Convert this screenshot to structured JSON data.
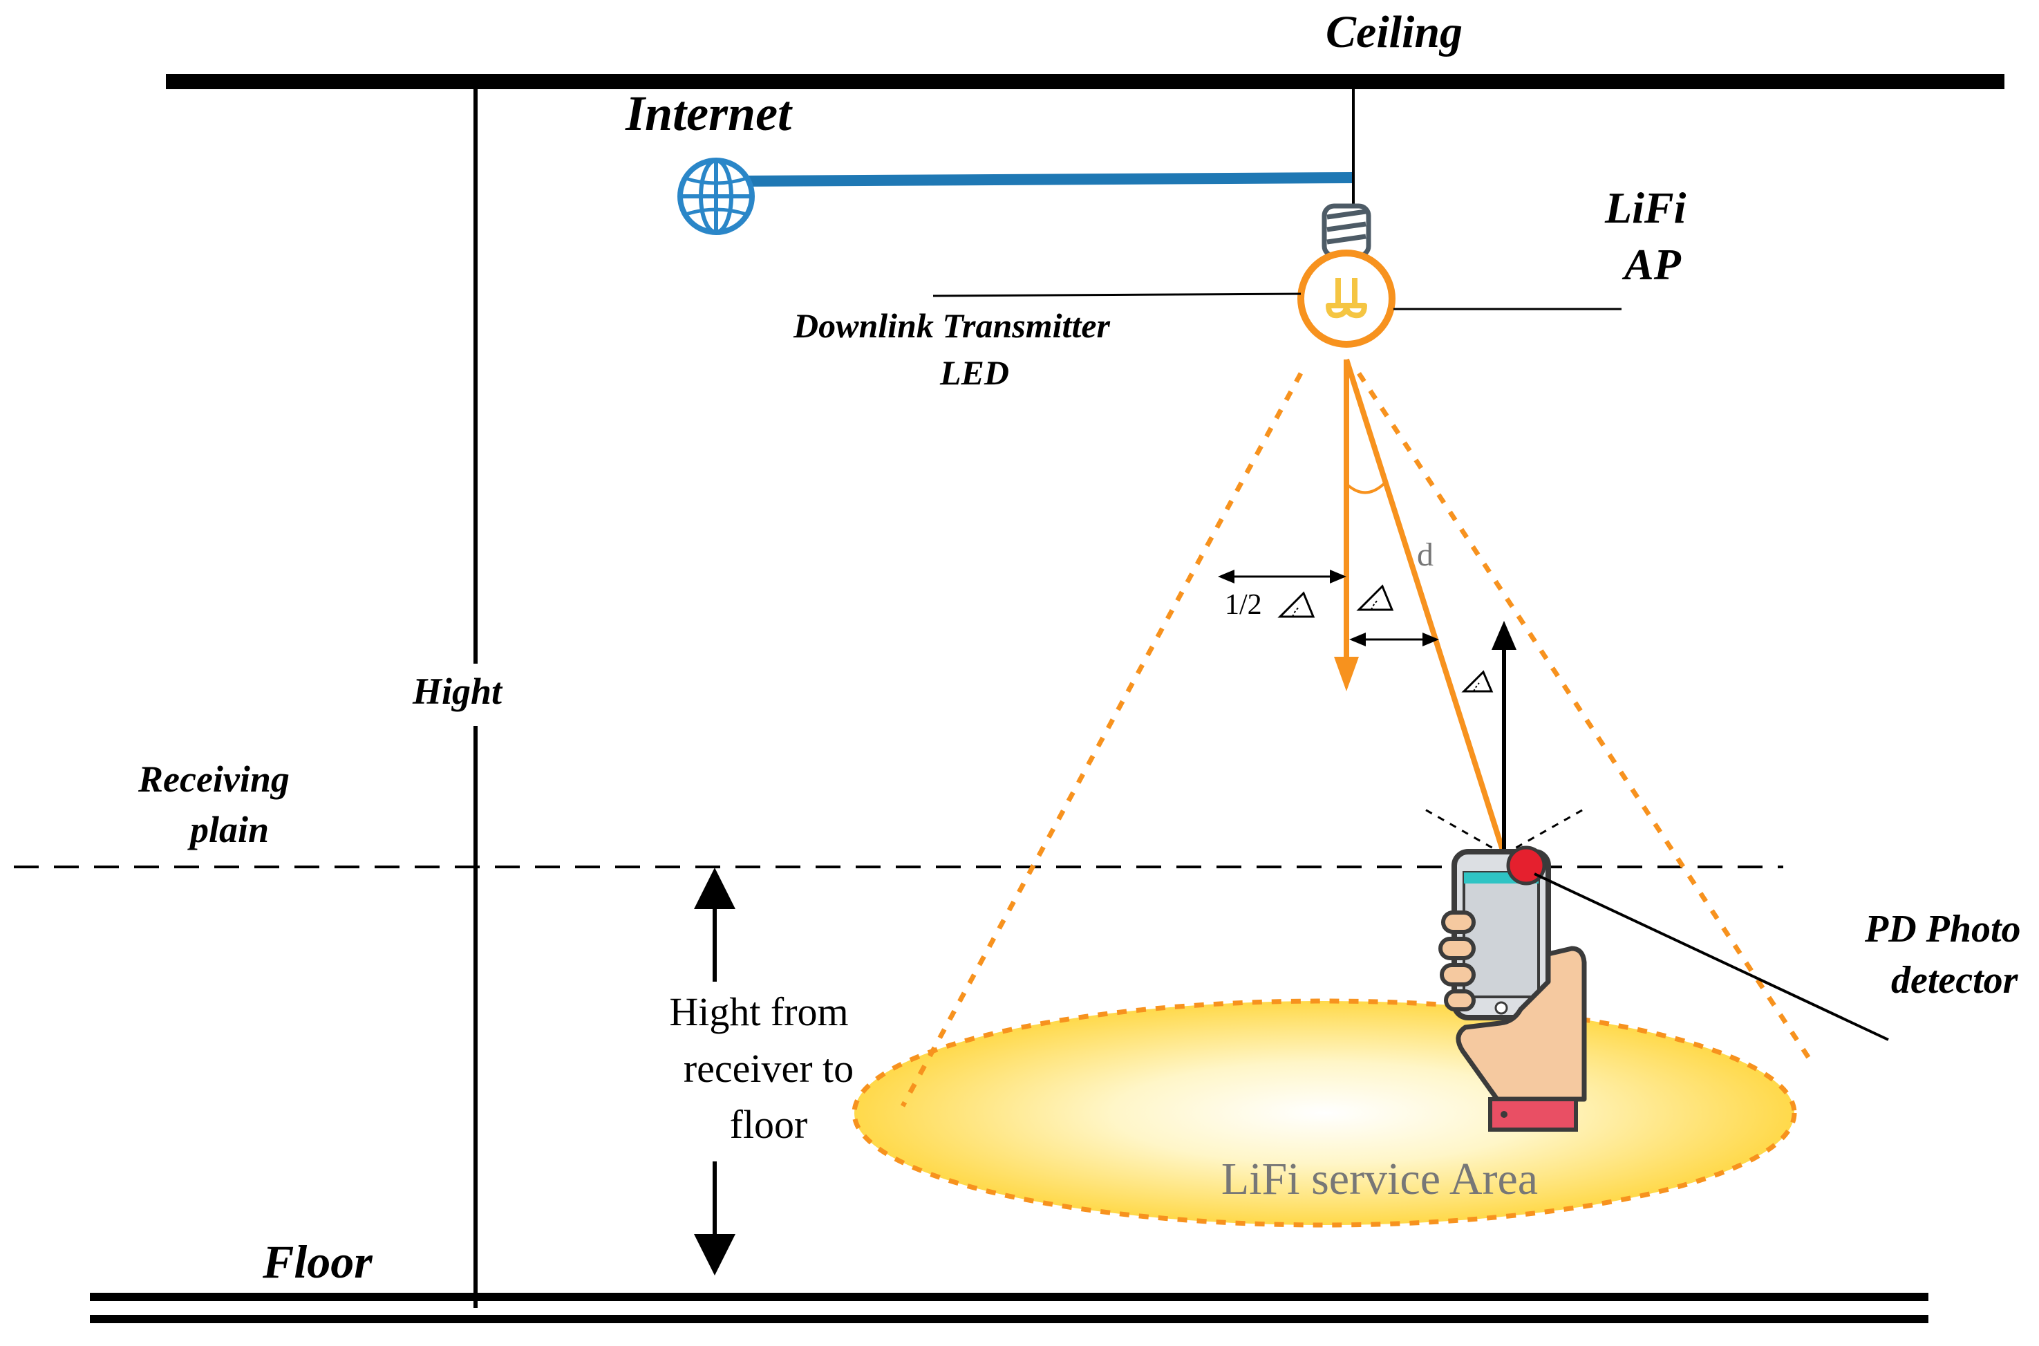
{
  "labels": {
    "ceiling": "Ceiling",
    "internet": "Internet",
    "lifi_ap_line1": "LiFi",
    "lifi_ap_line2": "AP",
    "downlink_line1": "Downlink Transmitter",
    "downlink_line2": "LED",
    "hight": "Hight",
    "receiving_line1": "Receiving",
    "receiving_line2": "plain",
    "hight_floor_line1": "Hight from",
    "hight_floor_line2": "receiver to",
    "hight_floor_line3": "floor",
    "floor": "Floor",
    "service_area": "LiFi service Area",
    "pd_line1": "PD Photo",
    "pd_line2": "detector",
    "distance": "d",
    "half": "1/2"
  },
  "colors": {
    "orange": "#f7921e",
    "cable_blue": "#1f78b4",
    "globe_blue": "#2a86c8",
    "area_fill": "#ffe266",
    "pd_red": "#e5202e",
    "skin": "#f5c9a0",
    "cuff": "#e94f64"
  },
  "icons": {
    "globe": "globe-icon",
    "bulb": "led-bulb-icon",
    "phone": "smartphone-in-hand-icon",
    "angle": "angle-icon"
  }
}
